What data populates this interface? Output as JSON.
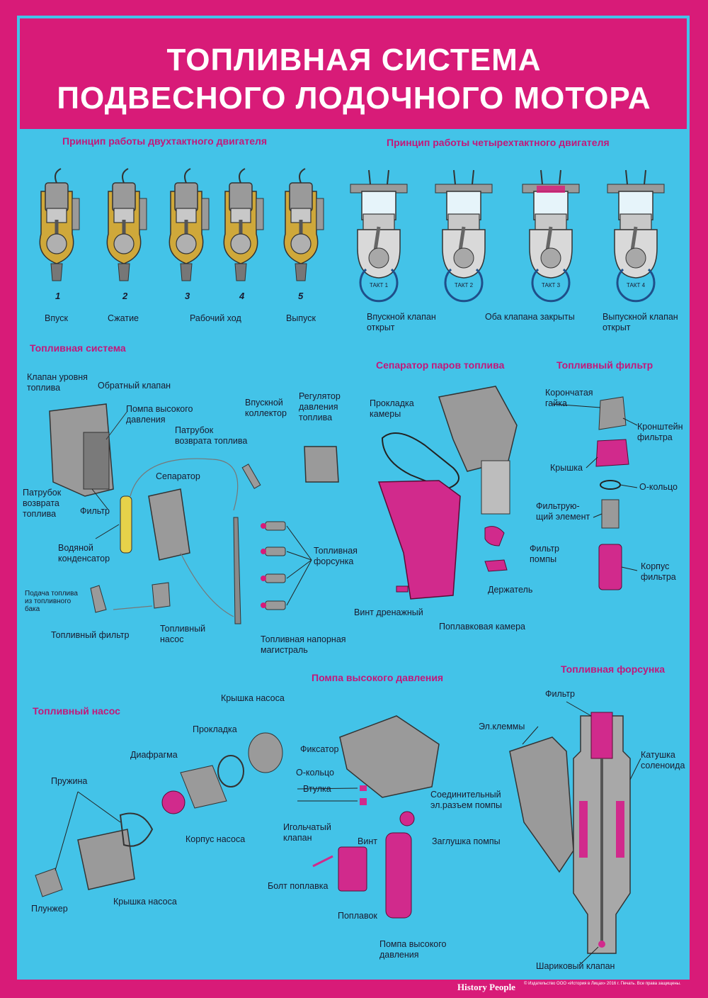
{
  "title": {
    "line1": "ТОПЛИВНАЯ СИСТЕМА",
    "line2": "ПОДВЕСНОГО ЛОДОЧНОГО МОТОРА"
  },
  "colors": {
    "background": "#43c3e8",
    "frame": "#d81b78",
    "section_title": "#c2187a",
    "part_gray": "#9a9a9a",
    "part_magenta": "#d12a8c"
  },
  "two_stroke": {
    "title": "Принцип работы двухтактного двигателя",
    "steps": [
      {
        "num": "1",
        "label": "Впуск"
      },
      {
        "num": "2",
        "label": "Сжатие"
      },
      {
        "num": "3",
        "label": "Рабочий ход"
      },
      {
        "num": "4",
        "label": ""
      },
      {
        "num": "5",
        "label": "Выпуск"
      }
    ]
  },
  "four_stroke": {
    "title": "Принцип работы четырехтактного двигателя",
    "strokes": [
      "ТАКТ 1",
      "ТАКТ 2",
      "ТАКТ 3",
      "ТАКТ 4"
    ],
    "labels": [
      "Впускной клапан\nоткрыт",
      "Оба клапана закрыты",
      "Выпускной клапан\nоткрыт"
    ]
  },
  "fuel_system": {
    "title": "Топливная система",
    "labels": {
      "level_valve": "Клапан уровня\nтоплива",
      "check_valve": "Обратный клапан",
      "hp_pump": "Помпа высокого\nдавления",
      "return_pipe_top": "Патрубок\nвозврата топлива",
      "intake_manifold": "Впускной\nколлектор",
      "pressure_regulator": "Регулятор\nдавления\nтоплива",
      "separator": "Сепаратор",
      "return_pipe_left": "Патрубок\nвозврата\nтоплива",
      "filter": "Фильтр",
      "water_condenser": "Водяной\nконденсатор",
      "injector": "Топливная\nфорсунка",
      "tank_supply": "Подача топлива\nиз топливного\nбака",
      "fuel_filter": "Топливный фильтр",
      "fuel_pump": "Топливный\nнасос",
      "rail": "Топливная напорная\nмагистраль"
    }
  },
  "vapor_separator": {
    "title": "Сепаратор паров топлива",
    "labels": {
      "gasket": "Прокладка\nкамеры",
      "pump_filter": "Фильтр\nпомпы",
      "holder": "Держатель",
      "drain_screw": "Винт дренажный",
      "float_chamber": "Поплавковая камера"
    }
  },
  "fuel_filter_block": {
    "title": "Топливный фильтр",
    "labels": {
      "crown_nut": "Корончатая\nгайка",
      "bracket": "Кронштейн\nфильтра",
      "cover": "Крышка",
      "o_ring": "О-кольцо",
      "element": "Фильтрую-\nщий элемент",
      "housing": "Корпус\nфильтра"
    }
  },
  "fuel_pump_block": {
    "title": "Топливный насос",
    "labels": {
      "pump_cover_top": "Крышка насоса",
      "gasket": "Прокладка",
      "diaphragm": "Диафрагма",
      "spring": "Пружина",
      "pump_body": "Корпус насоса",
      "plunger": "Плунжер",
      "pump_cover_bottom": "Крышка насоса"
    }
  },
  "hp_pump_block": {
    "title": "Помпа высокого давления",
    "labels": {
      "clip": "Фиксатор",
      "o_ring": "О-кольцо",
      "bushing": "Втулка",
      "needle_valve": "Игольчатый\nклапан",
      "connector": "Соединительный\nэл.разъем помпы",
      "screw": "Винт",
      "plug": "Заглушка помпы",
      "float_bolt": "Болт поплавка",
      "float": "Поплавок",
      "hp_pump": "Помпа высокого\nдавления"
    }
  },
  "injector_block": {
    "title": "Топливная форсунка",
    "labels": {
      "filter": "Фильтр",
      "terminals": "Эл.клеммы",
      "solenoid": "Катушка\nсоленоида",
      "ball_valve": "Шариковый клапан"
    }
  },
  "footer": {
    "brand": "History People",
    "text": "© Издательство ООО «История в Лицах» 2016 г. Печать. Все права защищены."
  }
}
